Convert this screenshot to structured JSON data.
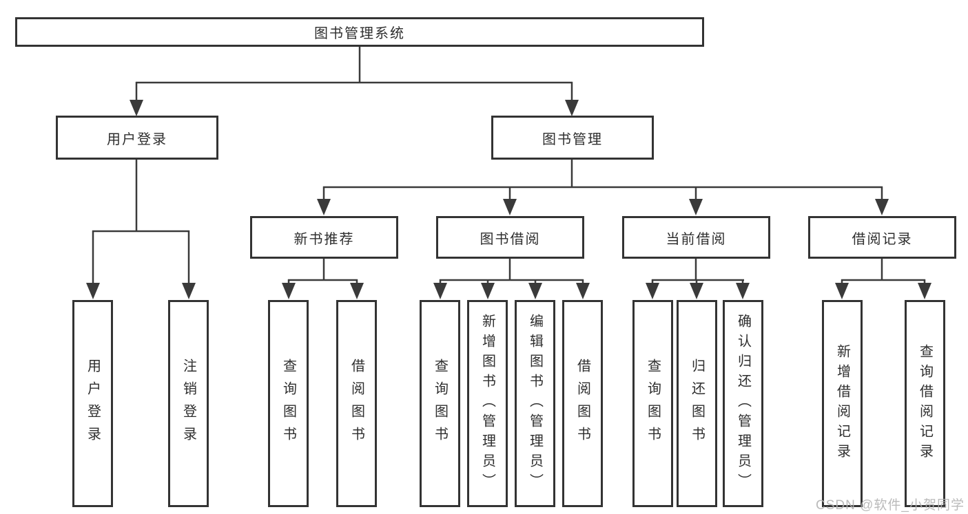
{
  "tree": {
    "root_label": "图书管理系统",
    "children": [
      {
        "label": "用户登录",
        "children": [
          {
            "label": "用户登录"
          },
          {
            "label": "注销登录"
          }
        ]
      },
      {
        "label": "图书管理",
        "children": [
          {
            "label": "新书推荐",
            "children": [
              {
                "label": "查询图书"
              },
              {
                "label": "借阅图书"
              }
            ]
          },
          {
            "label": "图书借阅",
            "children": [
              {
                "label": "查询图书"
              },
              {
                "label": "新增图书（管理员）"
              },
              {
                "label": "编辑图书（管理员）"
              },
              {
                "label": "借阅图书"
              }
            ]
          },
          {
            "label": "当前借阅",
            "children": [
              {
                "label": "查询图书"
              },
              {
                "label": "归还图书"
              },
              {
                "label": "确认归还（管理员）"
              }
            ]
          },
          {
            "label": "借阅记录",
            "children": [
              {
                "label": "新增借阅记录"
              },
              {
                "label": "查询借阅记录"
              }
            ]
          }
        ]
      }
    ]
  },
  "watermark": {
    "text": "CSDN @软件_小贺同学"
  },
  "colors": {
    "line": "#3a3a3a",
    "box_border": "#333333",
    "text": "#2e2e2e",
    "watermark": "#b3b3b3"
  }
}
